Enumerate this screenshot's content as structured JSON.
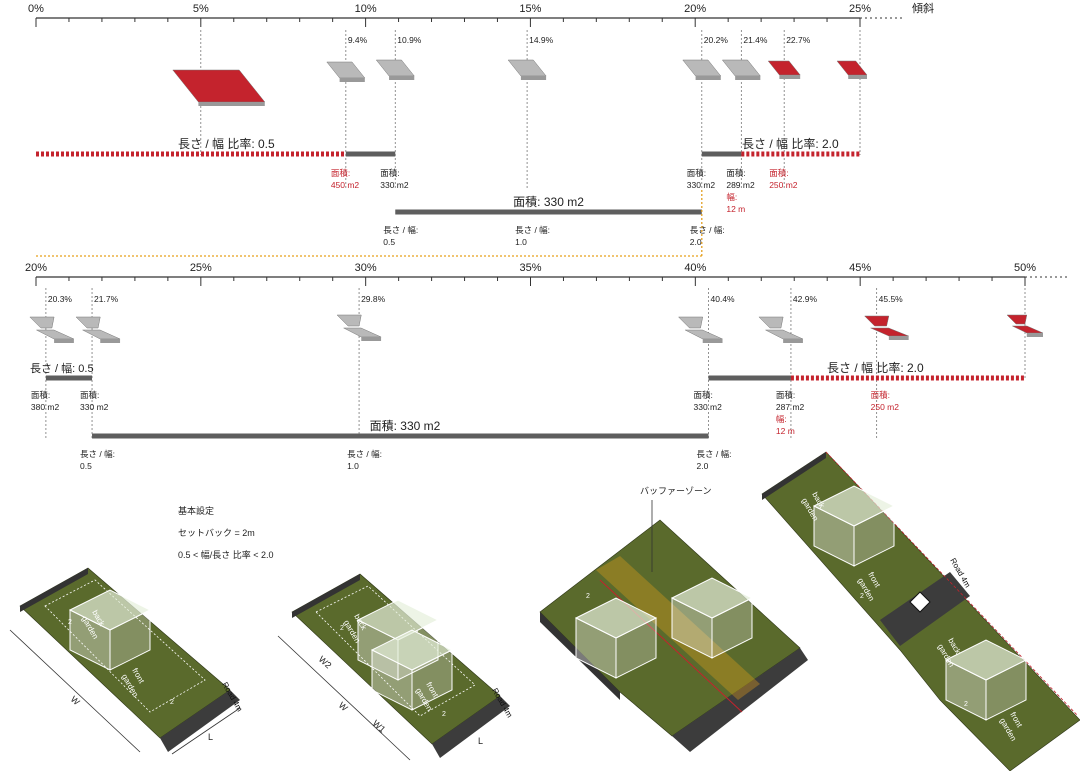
{
  "colors": {
    "red": "#c4232d",
    "dark_bar": "#5e5e5e",
    "gray_block": "#b9b9b9",
    "axis": "#333333",
    "orange_dash": "#e8a11a",
    "lot_green": "#5a6a2c",
    "road": "#3c3c3c"
  },
  "axis1": {
    "ticks": [
      "0%",
      "5%",
      "10%",
      "15%",
      "20%",
      "25%"
    ],
    "trailing_label": "傾斜",
    "markers": [
      "9.4%",
      "10.9%",
      "14.9%",
      "20.2%",
      "21.4%",
      "22.7%"
    ],
    "ratio_05_label": "長さ / 幅 比率: 0.5",
    "ratio_20_label": "長さ / 幅 比率: 2.0",
    "area_labels": [
      {
        "lines": [
          "面積:",
          "450 m2"
        ],
        "red": true
      },
      {
        "lines": [
          "面積:",
          "330 m2"
        ],
        "red": false
      },
      {
        "lines": [
          "面積:",
          "330 m2"
        ],
        "red": false
      },
      {
        "lines": [
          "面積:",
          "289 m2"
        ],
        "red": false
      },
      {
        "lines": [
          "幅:",
          "12 m"
        ],
        "red": true
      },
      {
        "lines": [
          "面積:",
          "250 m2"
        ],
        "red": true
      }
    ],
    "area_bar_label": "面積: 330 m2",
    "ls_labels": [
      {
        "lines": [
          "長さ / 幅:",
          "0.5"
        ]
      },
      {
        "lines": [
          "長さ / 幅:",
          "1.0"
        ]
      },
      {
        "lines": [
          "長さ / 幅:",
          "2.0"
        ]
      }
    ]
  },
  "axis2": {
    "ticks": [
      "20%",
      "25%",
      "30%",
      "35%",
      "40%",
      "45%",
      "50%"
    ],
    "markers": [
      "20.3%",
      "21.7%",
      "29.8%",
      "40.4%",
      "42.9%",
      "45.5%"
    ],
    "ratio_05_label": "長さ / 幅: 0.5",
    "ratio_20_label": "長さ / 幅 比率: 2.0",
    "area_labels": [
      {
        "lines": [
          "面積:",
          "380 m2"
        ],
        "red": false
      },
      {
        "lines": [
          "面積:",
          "330 m2"
        ],
        "red": false
      },
      {
        "lines": [
          "面積:",
          "330 m2"
        ],
        "red": false
      },
      {
        "lines": [
          "面積:",
          "287 m2"
        ],
        "red": false
      },
      {
        "lines": [
          "幅:",
          "12 m"
        ],
        "red": true
      },
      {
        "lines": [
          "面積:",
          "250 m2"
        ],
        "red": true
      }
    ],
    "area_bar_label": "面積: 330 m2",
    "ls_labels": [
      {
        "lines": [
          "長さ / 幅:",
          "0.5"
        ]
      },
      {
        "lines": [
          "長さ / 幅:",
          "1.0"
        ]
      },
      {
        "lines": [
          "長さ / 幅:",
          "2.0"
        ]
      }
    ]
  },
  "settings": {
    "title": "基本設定",
    "setback": "セットバック = 2m",
    "ratio": "0.5 < 幅/長さ 比率 < 2.0"
  },
  "buffer_zone_label": "バッファーゾーン",
  "lot_labels": {
    "back_garden": [
      "back",
      "garden"
    ],
    "front_garden": [
      "front",
      "garden"
    ],
    "road": "Road 4m",
    "setback": "2",
    "dim_w": "W",
    "dim_w1": "W1",
    "dim_w2": "W2",
    "dim_l": "L"
  }
}
